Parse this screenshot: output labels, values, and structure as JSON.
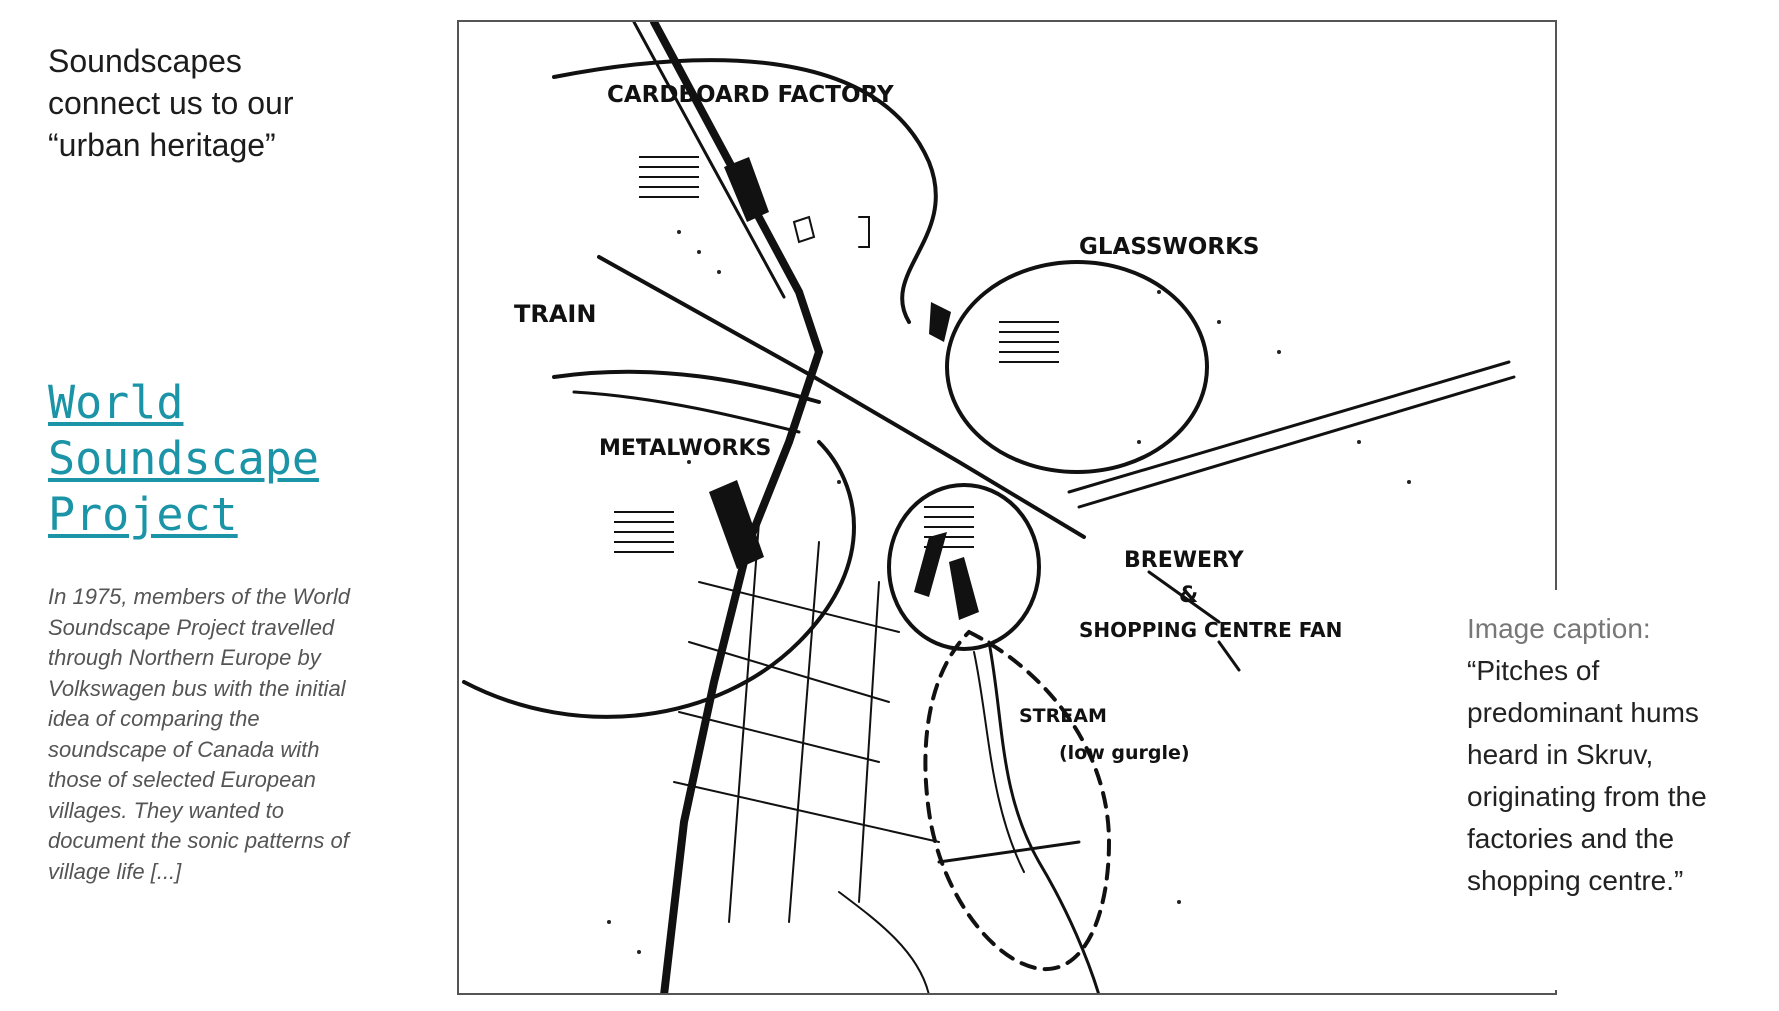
{
  "title_lines": [
    "Soundscapes",
    "connect us to our",
    "“urban heritage”"
  ],
  "link": {
    "lines": [
      "World",
      "Soundscape",
      "Project"
    ]
  },
  "description_lines": [
    "In 1975, members of the World",
    "Soundscape Project travelled",
    "through Northern Europe by",
    "Volkswagen bus with the initial",
    "idea of comparing the",
    "soundscape of Canada with",
    "those of selected European",
    "villages. They wanted to",
    "document the sonic patterns of",
    "village life [...]"
  ],
  "map": {
    "labels": {
      "cardboard": "CARDBOARD FACTORY",
      "train": "TRAIN",
      "glassworks": "GLASSWORKS",
      "metalworks": "METALWORKS",
      "brewery": "BREWERY",
      "amp": "&",
      "shopping": "SHOPPING CENTRE FAN",
      "stream": "STREAM",
      "gurgle": "(low gurgle)"
    }
  },
  "caption": {
    "label": "Image caption:",
    "lines": [
      "“Pitches of",
      "predominant hums",
      "heard in Skruv,",
      "originating from the",
      "factories and the",
      "shopping centre.”"
    ]
  }
}
